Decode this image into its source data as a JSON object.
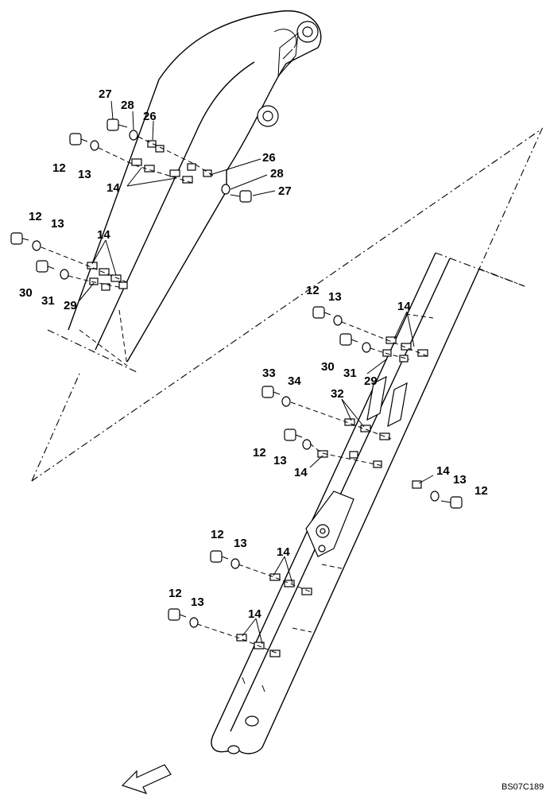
{
  "callouts": [
    {
      "id": "c27a",
      "label": "27"
    },
    {
      "id": "c28a",
      "label": "28"
    },
    {
      "id": "c26a",
      "label": "26"
    },
    {
      "id": "c12a",
      "label": "12"
    },
    {
      "id": "c13a",
      "label": "13"
    },
    {
      "id": "c14a",
      "label": "14"
    },
    {
      "id": "c26b",
      "label": "26"
    },
    {
      "id": "c28b",
      "label": "28"
    },
    {
      "id": "c27b",
      "label": "27"
    },
    {
      "id": "c12b",
      "label": "12"
    },
    {
      "id": "c13b",
      "label": "13"
    },
    {
      "id": "c14b",
      "label": "14"
    },
    {
      "id": "c30a",
      "label": "30"
    },
    {
      "id": "c31a",
      "label": "31"
    },
    {
      "id": "c29a",
      "label": "29"
    },
    {
      "id": "c12c",
      "label": "12"
    },
    {
      "id": "c13c",
      "label": "13"
    },
    {
      "id": "c14c",
      "label": "14"
    },
    {
      "id": "c30b",
      "label": "30"
    },
    {
      "id": "c31b",
      "label": "31"
    },
    {
      "id": "c29b",
      "label": "29"
    },
    {
      "id": "c33",
      "label": "33"
    },
    {
      "id": "c34",
      "label": "34"
    },
    {
      "id": "c32",
      "label": "32"
    },
    {
      "id": "c12d",
      "label": "12"
    },
    {
      "id": "c13d",
      "label": "13"
    },
    {
      "id": "c14d",
      "label": "14"
    },
    {
      "id": "c14e",
      "label": "14"
    },
    {
      "id": "c13e",
      "label": "13"
    },
    {
      "id": "c12e",
      "label": "12"
    },
    {
      "id": "c12f",
      "label": "12"
    },
    {
      "id": "c13f",
      "label": "13"
    },
    {
      "id": "c14f",
      "label": "14"
    },
    {
      "id": "c12g",
      "label": "12"
    },
    {
      "id": "c13g",
      "label": "13"
    },
    {
      "id": "c14g",
      "label": "14"
    }
  ],
  "drawing_code": "BS07C189",
  "icons": {
    "direction_arrow": "front-direction-arrow-icon"
  }
}
